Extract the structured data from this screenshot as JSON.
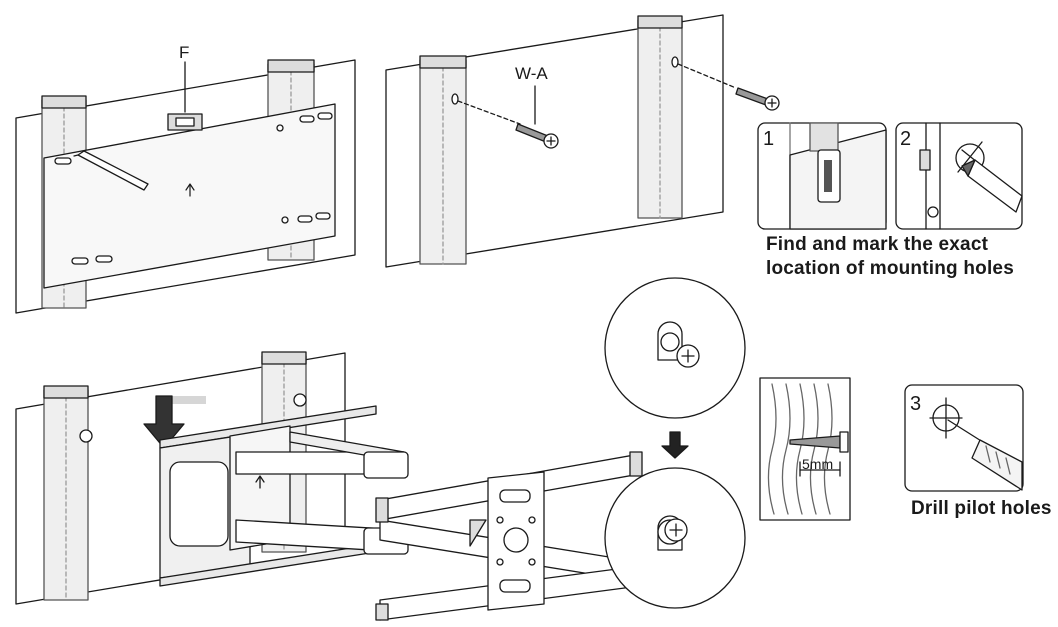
{
  "labels": {
    "part_f": "F",
    "part_wa": "W-A",
    "dimension": "5mm"
  },
  "steps": [
    {
      "number": "1"
    },
    {
      "number": "2"
    },
    {
      "number": "3"
    }
  ],
  "captions": {
    "mark_line1": "Find and mark the exact",
    "mark_line2": "location of mounting holes",
    "drill": "Drill pilot holes"
  },
  "colors": {
    "line": "#1a1a1a",
    "wall": "#ffffff",
    "stud": "#e8e8e8",
    "plate": "#f2f2f2",
    "arrow": "#333333",
    "arrow_shadow": "#d0d0d0"
  }
}
